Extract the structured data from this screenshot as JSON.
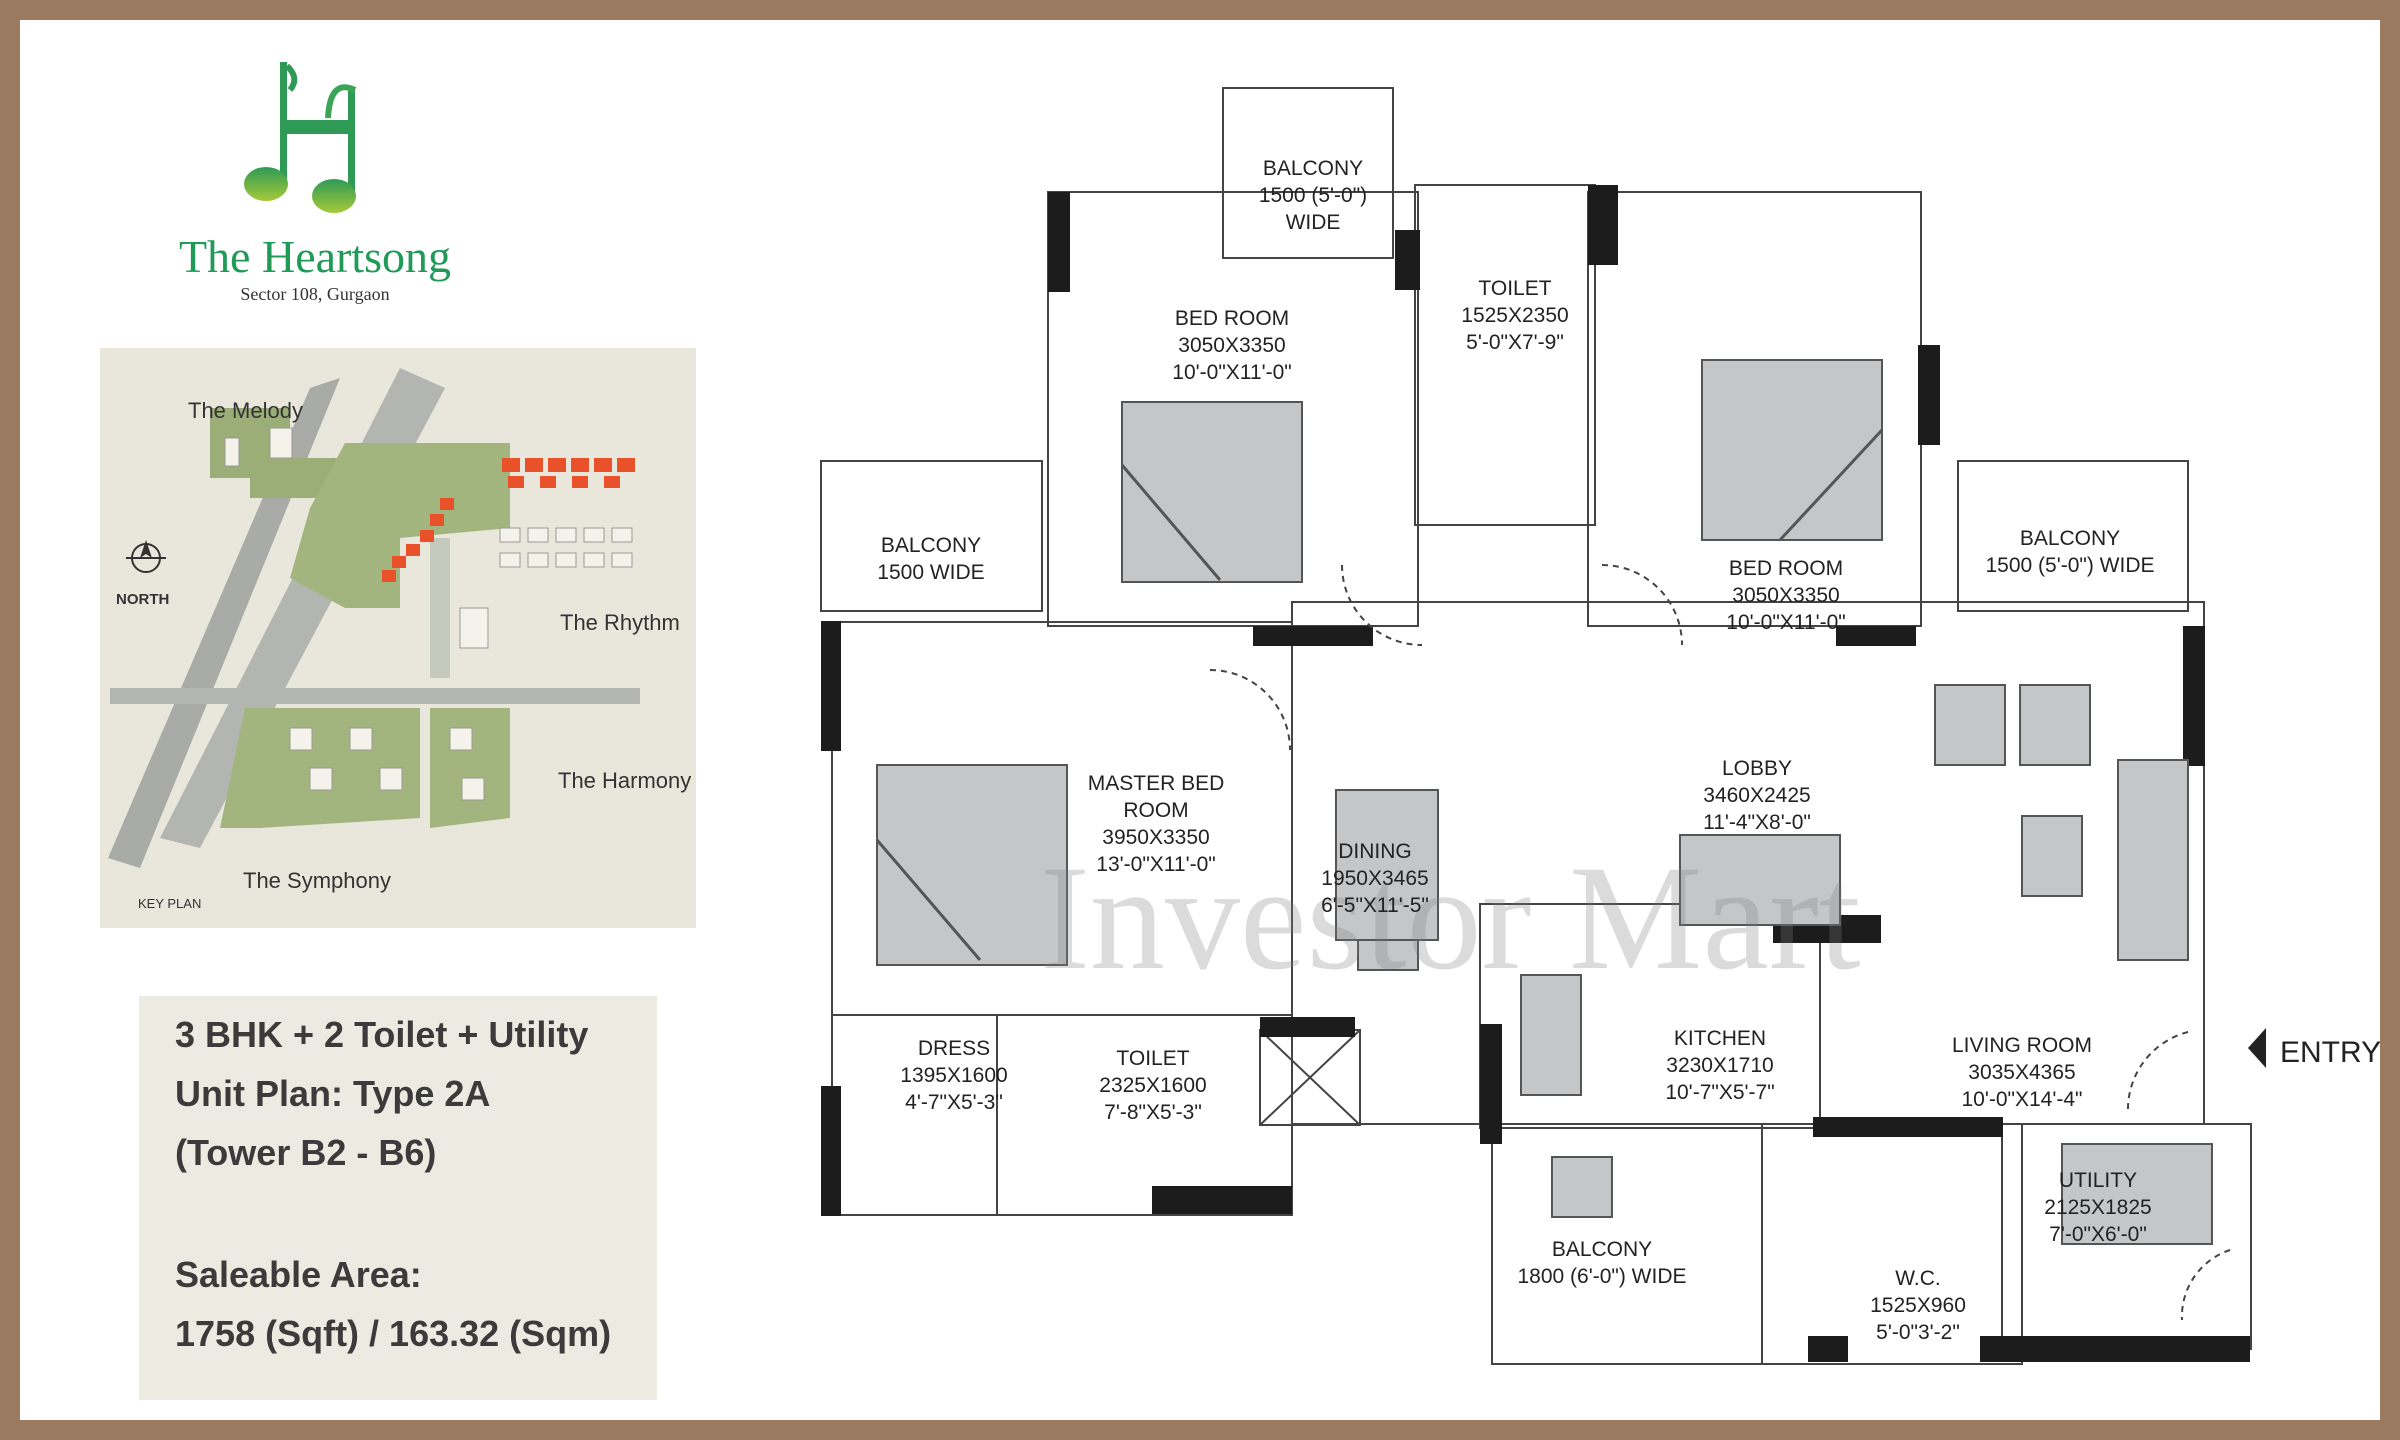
{
  "brand": {
    "name": "The Heartsong",
    "location": "Sector 108, Gurgaon",
    "logo_color": "#1f9a57"
  },
  "key_plan": {
    "labels": {
      "melody": "The Melody",
      "rhythm": "The Rhythm",
      "harmony": "The Harmony",
      "symphony": "The Symphony",
      "north": "NORTH",
      "tag": "KEY PLAN"
    }
  },
  "unit_info": {
    "config": "3 BHK + 2 Toilet + Utility",
    "plan_type": "Unit Plan: Type 2A",
    "towers": "(Tower B2 - B6)",
    "area_label": "Saleable Area:",
    "area_value": "1758 (Sqft) / 163.32 (Sqm)"
  },
  "floor_plan": {
    "watermark": "Investor Mart",
    "entry_label": "ENTRY",
    "rooms": [
      {
        "id": "balcony-top",
        "lines": [
          "BALCONY",
          "1500 (5'-0\")",
          "WIDE"
        ]
      },
      {
        "id": "toilet-top",
        "lines": [
          "TOILET",
          "1525X2350",
          "5'-0\"X7'-9\""
        ]
      },
      {
        "id": "bedroom-left",
        "lines": [
          "BED ROOM",
          "3050X3350",
          "10'-0\"X11'-0\""
        ]
      },
      {
        "id": "bedroom-right",
        "lines": [
          "BED ROOM",
          "3050X3350",
          "10'-0\"X11'-0\""
        ]
      },
      {
        "id": "balcony-left",
        "lines": [
          "BALCONY",
          "1500 WIDE"
        ]
      },
      {
        "id": "balcony-right",
        "lines": [
          "BALCONY",
          "1500 (5'-0\") WIDE"
        ]
      },
      {
        "id": "master-bedroom",
        "lines": [
          "MASTER BED",
          "ROOM",
          "3950X3350",
          "13'-0\"X11'-0\""
        ]
      },
      {
        "id": "lobby",
        "lines": [
          "LOBBY",
          "3460X2425",
          "11'-4\"X8'-0\""
        ]
      },
      {
        "id": "dining",
        "lines": [
          "DINING",
          "1950X3465",
          "6'-5\"X11'-5\""
        ]
      },
      {
        "id": "kitchen",
        "lines": [
          "KITCHEN",
          "3230X1710",
          "10'-7\"X5'-7\""
        ]
      },
      {
        "id": "living-room",
        "lines": [
          "LIVING ROOM",
          "3035X4365",
          "10'-0\"X14'-4\""
        ]
      },
      {
        "id": "dress",
        "lines": [
          "DRESS",
          "1395X1600",
          "4'-7\"X5'-3\""
        ]
      },
      {
        "id": "toilet-bottom",
        "lines": [
          "TOILET",
          "2325X1600",
          "7'-8\"X5'-3\""
        ]
      },
      {
        "id": "utility",
        "lines": [
          "UTILITY",
          "2125X1825",
          "7'-0\"X6'-0\""
        ]
      },
      {
        "id": "balcony-bottom",
        "lines": [
          "BALCONY",
          "1800 (6'-0\") WIDE"
        ]
      },
      {
        "id": "wc",
        "lines": [
          "W.C.",
          "1525X960",
          "5'-0\"3'-2\""
        ]
      }
    ]
  }
}
